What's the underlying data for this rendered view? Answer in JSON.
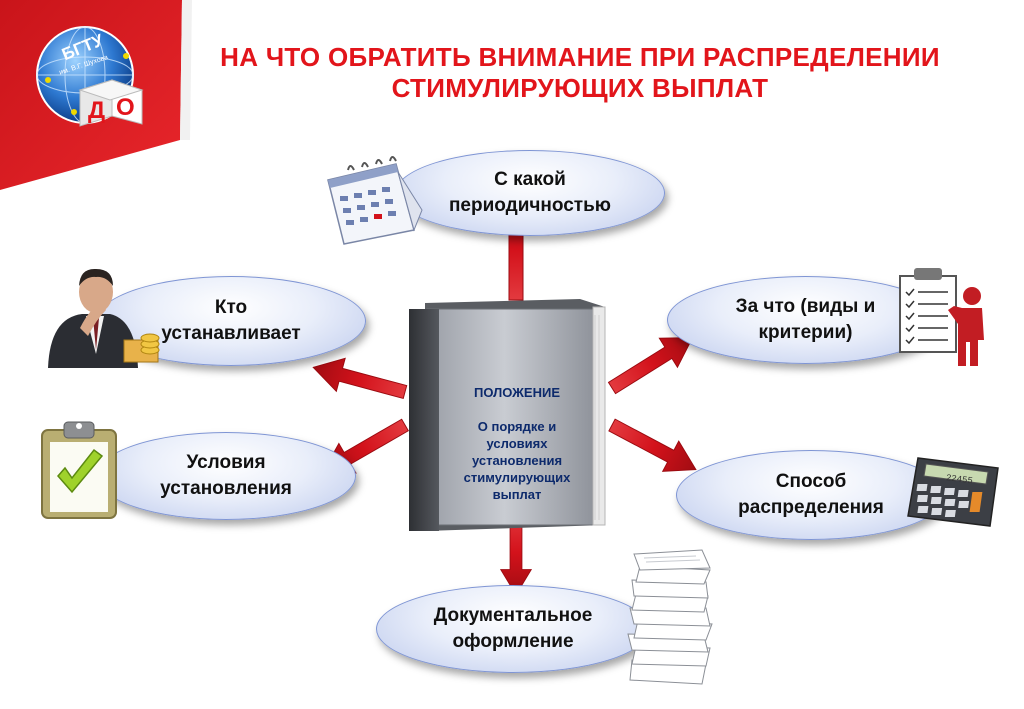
{
  "title": "НА ЧТО ОБРАТИТЬ ВНИМАНИЕ ПРИ РАСПРЕДЕЛЕНИИ СТИМУЛИРУЮЩИХ ВЫПЛАТ",
  "logo": {
    "ring_text": "БГТУ",
    "sub_text": "им. В.Г. Шухова",
    "cube_letters": [
      "Д",
      "О"
    ]
  },
  "center": {
    "heading": "ПОЛОЖЕНИЕ",
    "body": "О порядке и\nусловиях\nустановления\nстимулирующих\nвыплат"
  },
  "nodes": {
    "periodicity": "С какой\nпериодичностью",
    "who": "Кто\nустанавливает",
    "what_for": "За что (виды и\nкритерии)",
    "conditions": "Условия\nустановления",
    "method": "Способ\nраспределения",
    "documents": "Документальное\nоформление"
  },
  "calculator_display": "22455",
  "colors": {
    "title": "#e2151b",
    "arrow": "#d3121b",
    "oval_border": "#7f95d4",
    "book_text": "#0d2a6c"
  },
  "icons": [
    "calendar-icon",
    "businessman-icon",
    "clipboard-check-icon",
    "presenter-board-icon",
    "calculator-icon",
    "paper-stack-icon"
  ]
}
